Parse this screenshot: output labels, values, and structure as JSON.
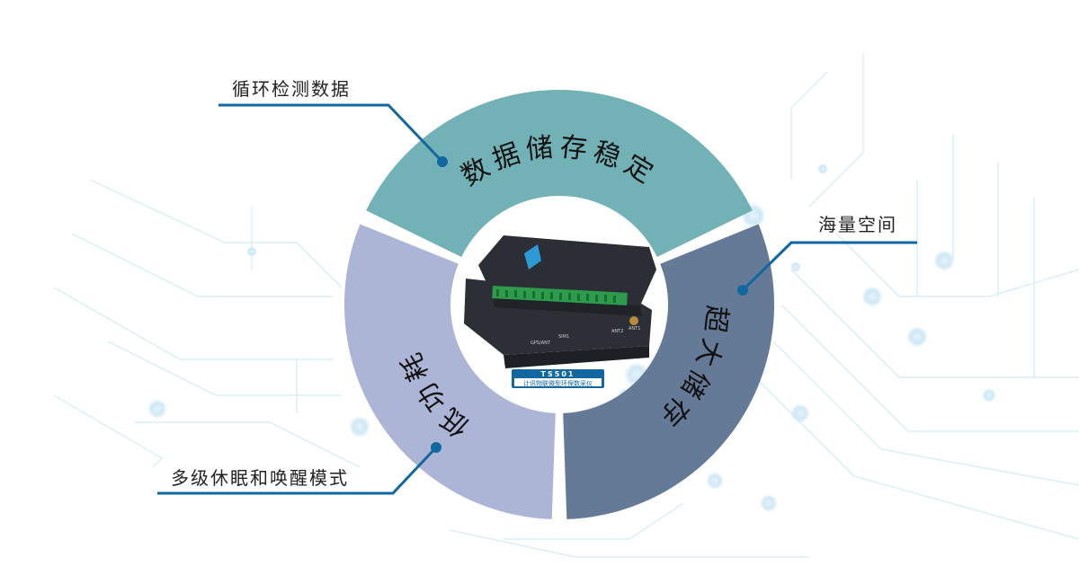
{
  "ring": {
    "top_label": "数据储存稳定",
    "right_label": "超大储存",
    "left_label": "低功耗",
    "colors": {
      "top": "#72b2b6",
      "right": "#657a97",
      "left": "#adb5d6",
      "accent": "#1167a0"
    }
  },
  "callouts": {
    "cycle": "循环检测数据",
    "storage": "海量空间",
    "sleep": "多级休眠和唤醒模式"
  },
  "device": {
    "model": "TS501",
    "subtitle": "计讯物联微型环保数采仪",
    "ports": [
      "GPS/ANT",
      "SIM1",
      "ANT2",
      "ANT1"
    ]
  }
}
